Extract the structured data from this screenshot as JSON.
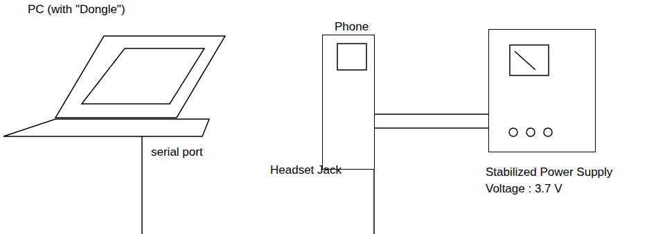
{
  "diagram": {
    "nodes": [
      {
        "text": [
          "PC (with \"Dongle\")"
        ]
      },
      {
        "text": [
          "Phone"
        ]
      },
      {
        "text": [
          "Stabilized Power Supply",
          "Voltage : 3.7 V"
        ]
      }
    ],
    "edges": [
      {
        "from": 1,
        "to": 2,
        "arrow": "none"
      },
      {
        "from": 1,
        "to": 2,
        "arrow": "none"
      }
    ],
    "labels": [
      "serial port",
      "Headset Jack"
    ]
  }
}
